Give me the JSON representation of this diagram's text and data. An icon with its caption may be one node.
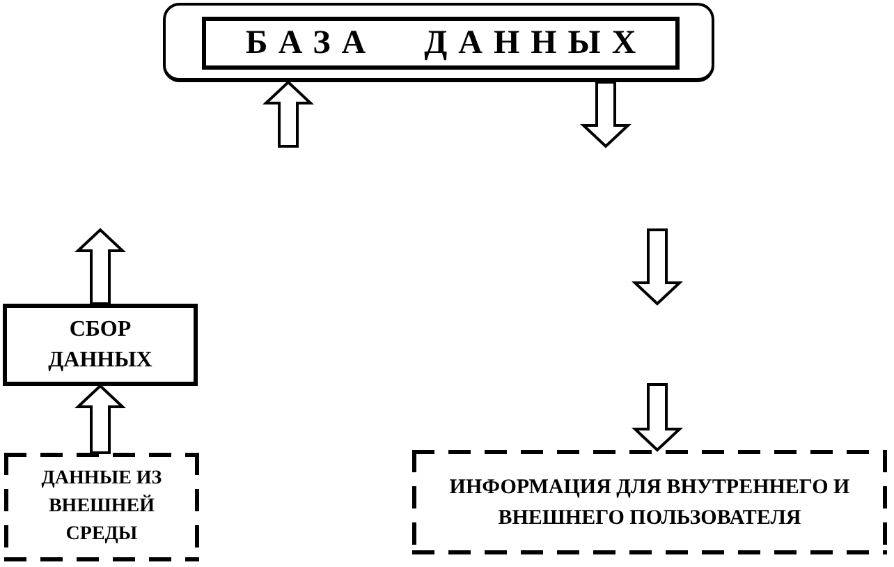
{
  "diagram": {
    "nodes": [
      {
        "text": [],
        "shape": "box"
      },
      {
        "text": [
          "БАЗА ДАННЫХ"
        ],
        "in": 0
      },
      {
        "text": [
          "СБОР ДАННЫХ"
        ]
      },
      {
        "text": [
          "ДАННЫЕ ИЗ ВНЕШНЕЙ СРЕДЫ"
        ]
      },
      {
        "text": [
          "ИНФОРМАЦИЯ ДЛЯ ВНУТРЕННЕГО И ВНЕШНЕГО ПОЛЬЗОВАТЕЛЯ"
        ]
      }
    ],
    "edges": [
      {
        "from": null,
        "to": 0,
        "arrow": "to"
      },
      {
        "from": 0,
        "to": null,
        "arrow": "to"
      },
      {
        "from": 2,
        "to": null,
        "arrow": "to"
      },
      {
        "from": 3,
        "to": 2,
        "arrow": "to"
      },
      {
        "from": null,
        "to": 4,
        "arrow": "to"
      }
    ]
  }
}
